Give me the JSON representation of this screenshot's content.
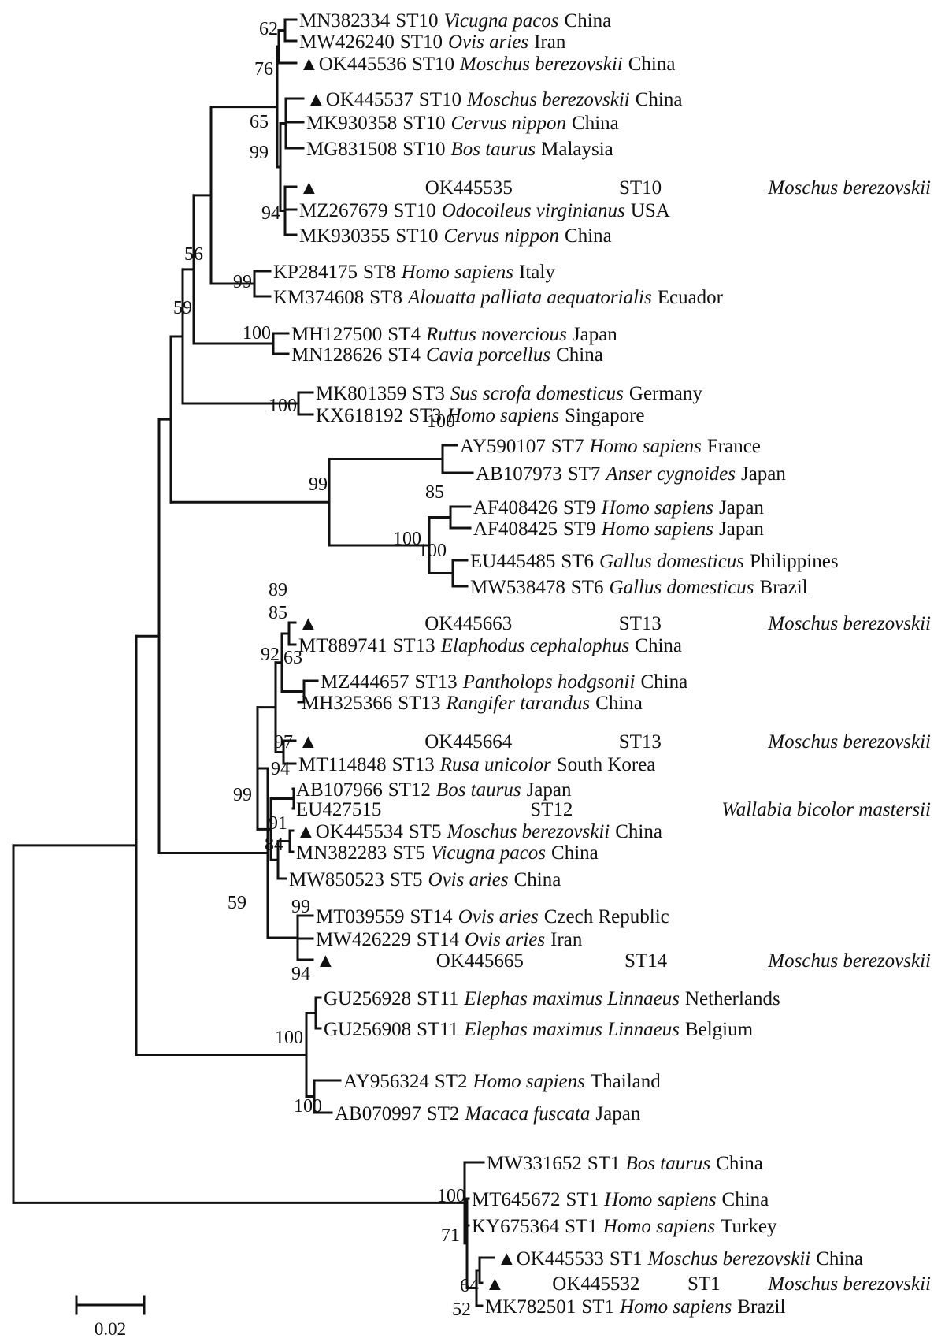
{
  "marker_glyph": "▲",
  "scale_bar": {
    "label": "0.02"
  },
  "taxa": [
    {
      "acc": "MN382334",
      "st": "ST10",
      "species": "Vicugna pacos",
      "country": "China",
      "marked": false
    },
    {
      "acc": "MW426240",
      "st": "ST10",
      "species": "Ovis aries",
      "country": "Iran",
      "marked": false
    },
    {
      "acc": "OK445536",
      "st": "ST10",
      "species": "Moschus berezovskii",
      "country": "China",
      "marked": true
    },
    {
      "acc": "OK445537",
      "st": "ST10",
      "species": "Moschus berezovskii",
      "country": "China",
      "marked": true
    },
    {
      "acc": "MK930358",
      "st": "ST10",
      "species": "Cervus nippon",
      "country": "China",
      "marked": false
    },
    {
      "acc": "MG831508",
      "st": "ST10",
      "species": "Bos taurus",
      "country": "Malaysia",
      "marked": false
    },
    {
      "acc": "OK445535",
      "st": "ST10",
      "species": "Moschus berezovskii",
      "country": "",
      "marked": true,
      "justified": true
    },
    {
      "acc": "MZ267679",
      "st": "ST10",
      "species": "Odocoileus virginianus",
      "country": "USA",
      "marked": false
    },
    {
      "acc": "MK930355",
      "st": "ST10",
      "species": "Cervus nippon",
      "country": "China",
      "marked": false
    },
    {
      "acc": "KP284175",
      "st": "ST8",
      "species": "Homo sapiens",
      "country": "Italy",
      "marked": false
    },
    {
      "acc": "KM374608",
      "st": "ST8",
      "species": "Alouatta palliata aequatorialis",
      "country": "Ecuador",
      "marked": false
    },
    {
      "acc": "MH127500",
      "st": "ST4",
      "species": "Ruttus novercious",
      "country": "Japan",
      "marked": false
    },
    {
      "acc": "MN128626",
      "st": "ST4",
      "species": "Cavia porcellus",
      "country": "China",
      "marked": false
    },
    {
      "acc": "MK801359",
      "st": "ST3",
      "species": "Sus scrofa domesticus",
      "country": "Germany",
      "marked": false
    },
    {
      "acc": "KX618192",
      "st": "ST3",
      "species": "Homo sapiens",
      "country": "Singapore",
      "marked": false
    },
    {
      "acc": "AY590107",
      "st": "ST7",
      "species": "Homo sapiens",
      "country": "France",
      "marked": false
    },
    {
      "acc": "AB107973",
      "st": "ST7",
      "species": "Anser cygnoides",
      "country": "Japan",
      "marked": false
    },
    {
      "acc": "AF408426",
      "st": "ST9",
      "species": "Homo sapiens",
      "country": "Japan",
      "marked": false
    },
    {
      "acc": "AF408425",
      "st": "ST9",
      "species": "Homo sapiens",
      "country": "Japan",
      "marked": false
    },
    {
      "acc": "EU445485",
      "st": "ST6",
      "species": "Gallus domesticus",
      "country": "Philippines",
      "marked": false
    },
    {
      "acc": "MW538478",
      "st": "ST6",
      "species": "Gallus domesticus",
      "country": "Brazil",
      "marked": false
    },
    {
      "acc": "OK445663",
      "st": "ST13",
      "species": "Moschus berezovskii",
      "country": "",
      "marked": true,
      "justified": true
    },
    {
      "acc": "MT889741",
      "st": "ST13",
      "species": "Elaphodus cephalophus",
      "country": "China",
      "marked": false
    },
    {
      "acc": "MZ444657",
      "st": "ST13",
      "species": "Pantholops hodgsonii",
      "country": "China",
      "marked": false
    },
    {
      "acc": "MH325366",
      "st": "ST13",
      "species": "Rangifer tarandus",
      "country": "China",
      "marked": false
    },
    {
      "acc": "OK445664",
      "st": "ST13",
      "species": "Moschus berezovskii",
      "country": "",
      "marked": true,
      "justified": true
    },
    {
      "acc": "MT114848",
      "st": "ST13",
      "species": "Rusa unicolor",
      "country": "South Korea",
      "marked": false
    },
    {
      "acc": "AB107966",
      "st": "ST12",
      "species": "Bos taurus",
      "country": "Japan",
      "marked": false
    },
    {
      "acc": "EU427515",
      "st": "ST12",
      "species": "Wallabia bicolor mastersii",
      "country": "",
      "marked": false,
      "justified": true
    },
    {
      "acc": "OK445534",
      "st": "ST5",
      "species": "Moschus berezovskii",
      "country": "China",
      "marked": true
    },
    {
      "acc": "MN382283",
      "st": "ST5",
      "species": "Vicugna pacos",
      "country": "China",
      "marked": false
    },
    {
      "acc": "MW850523",
      "st": "ST5",
      "species": "Ovis aries",
      "country": "China",
      "marked": false
    },
    {
      "acc": "MT039559",
      "st": "ST14",
      "species": "Ovis aries",
      "country": "Czech Republic",
      "marked": false
    },
    {
      "acc": "MW426229",
      "st": "ST14",
      "species": "Ovis aries",
      "country": "Iran",
      "marked": false
    },
    {
      "acc": "OK445665",
      "st": "ST14",
      "species": "Moschus berezovskii",
      "country": "",
      "marked": true,
      "justified": true
    },
    {
      "acc": "GU256928",
      "st": "ST11",
      "species": "Elephas maximus Linnaeus",
      "country": "Netherlands",
      "marked": false
    },
    {
      "acc": "GU256908",
      "st": "ST11",
      "species": "Elephas maximus Linnaeus",
      "country": "Belgium",
      "marked": false
    },
    {
      "acc": "AY956324",
      "st": "ST2",
      "species": "Homo sapiens",
      "country": "Thailand",
      "marked": false
    },
    {
      "acc": "AB070997",
      "st": "ST2",
      "species": "Macaca fuscata",
      "country": "Japan",
      "marked": false
    },
    {
      "acc": "MW331652",
      "st": "ST1",
      "species": "Bos taurus",
      "country": "China",
      "marked": false
    },
    {
      "acc": "MT645672",
      "st": "ST1",
      "species": "Homo sapiens",
      "country": "China",
      "marked": false
    },
    {
      "acc": "KY675364",
      "st": "ST1",
      "species": "Homo sapiens",
      "country": "Turkey",
      "marked": false
    },
    {
      "acc": "OK445533",
      "st": "ST1",
      "species": "Moschus berezovskii",
      "country": "China",
      "marked": true
    },
    {
      "acc": "OK445532",
      "st": "ST1",
      "species": "Moschus berezovskii",
      "country": "",
      "marked": true,
      "justified": true
    },
    {
      "acc": "MK782501",
      "st": "ST1",
      "species": "Homo sapiens",
      "country": "Brazil",
      "marked": false
    }
  ],
  "bootstrap": [
    "62",
    "76",
    "65",
    "99",
    "94",
    "56",
    "99",
    "59",
    "100",
    "100",
    "100",
    "99",
    "100",
    "85",
    "100",
    "89",
    "85",
    "92",
    "63",
    "97",
    "94",
    "99",
    "91",
    "84",
    "59",
    "99",
    "94",
    "100",
    "100",
    "100",
    "71",
    "64",
    "52"
  ]
}
